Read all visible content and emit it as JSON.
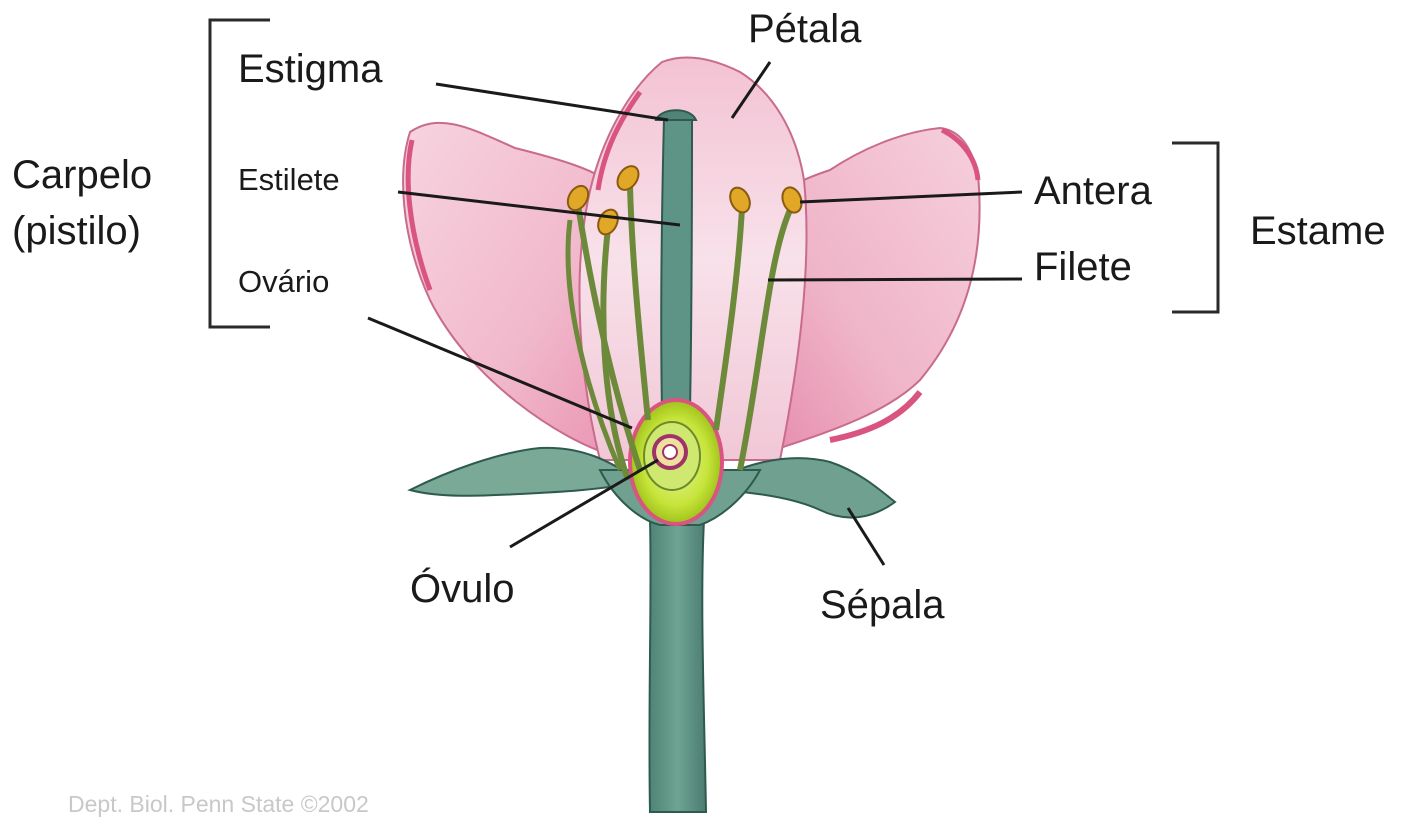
{
  "labels": {
    "petala": "Pétala",
    "estigma": "Estigma",
    "estilete": "Estilete",
    "ovario": "Ovário",
    "carpelo_line1": "Carpelo",
    "carpelo_line2": "(pistilo)",
    "antera": "Antera",
    "filete": "Filete",
    "estame": "Estame",
    "ovulo": "Óvulo",
    "sepala": "Sépala"
  },
  "credit": "Dept. Biol. Penn State ©2002",
  "colors": {
    "petal_fill": "#f4c6d6",
    "petal_edge": "#e07a9c",
    "stem": "#5e9486",
    "sepal": "#6fa090",
    "ovary_outer": "#b9dd2a",
    "filament": "#6c8a3a",
    "anther": "#e0a826"
  }
}
